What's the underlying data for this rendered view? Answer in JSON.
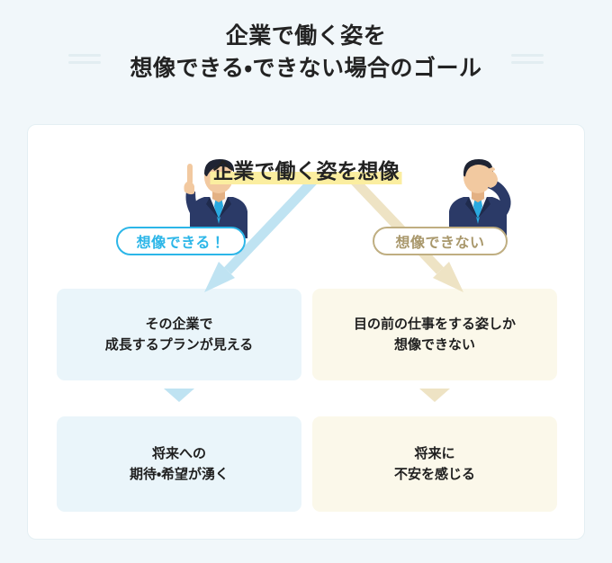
{
  "title": {
    "line1": "企業で働く姿を",
    "line2": "想像できる・できない場合のゴール"
  },
  "card": {
    "heading": "企業で働く姿を想像",
    "branches": [
      {
        "side": "left",
        "pill_label": "想像できる！",
        "figure_name": "businessman-pointing-up-illustration",
        "boxes": [
          "その企業で\n成長するプランが見える",
          "将来への\n期待・希望が湧く"
        ],
        "box1_line1": "その企業で",
        "box1_line2": "成長するプランが見える",
        "box2_line1": "将来への",
        "box2_line2": "期待・希望が湧く"
      },
      {
        "side": "right",
        "pill_label": "想像できない",
        "figure_name": "businessman-head-scratching-illustration",
        "boxes": [
          "目の前の仕事をする姿しか\n想像できない",
          "将来に\n不安を感じる"
        ],
        "box1_line1": "目の前の仕事をする姿しか",
        "box1_line2": "想像できない",
        "box2_line1": "将来に",
        "box2_line2": "不安を感じる"
      }
    ]
  },
  "colors": {
    "page_background": "#f1f7fa",
    "card_background": "#ffffff",
    "highlight_yellow": "#fbeea0",
    "accent_blue": "#2cb6e8",
    "accent_tan": "#bfae81",
    "box_blue": "#eaf5fa",
    "box_cream": "#fbf8ea",
    "arrow_blue": "#bfe3f2",
    "arrow_tan": "#eee3c4",
    "suit_navy": "#2b3a67",
    "suit_navy_dark": "#1f2b4d",
    "skin": "#f2c9a0",
    "hair": "#1f2433",
    "tie_blue": "#29a9e0",
    "text_dark": "#232323"
  }
}
